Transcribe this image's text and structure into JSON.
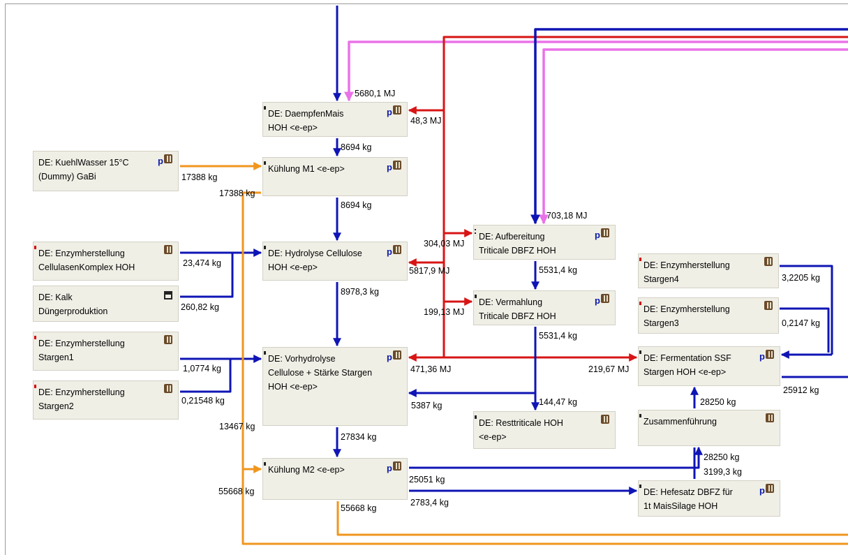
{
  "colors": {
    "mass_flow": "#0f15b4",
    "energy_red": "#d81515",
    "energy_pink": "#ea72e8",
    "water_orange": "#f0961e",
    "process_bg": "#f0efe6"
  },
  "processes": {
    "daempfenmais": {
      "name": "DE: DaempfenMais\nHOH <e-ep>",
      "icons": [
        "p-icon",
        "gear-icon"
      ]
    },
    "kuehlwasser": {
      "name": "DE: KuehlWasser 15°C\n(Dummy) GaBi",
      "icons": [
        "p-icon",
        "gear-icon"
      ]
    },
    "kuehlung_m1": {
      "name": "Kühlung M1 <e-ep>",
      "icons": [
        "p-icon",
        "gear-icon"
      ]
    },
    "enzym_cellulasen": {
      "name": "DE: Enzymherstellung\nCellulasenKomplex HOH",
      "icons": [
        "gear-icon"
      ]
    },
    "hydrolyse_cellulose": {
      "name": "DE: Hydrolyse Cellulose\nHOH <e-ep>",
      "icons": [
        "p-icon",
        "gear-icon"
      ]
    },
    "kalk": {
      "name": "DE: Kalk\nDüngerproduktion",
      "icons": [
        "plant-icon"
      ]
    },
    "aufbereitung": {
      "name": "DE: Aufbereitung\nTriticale DBFZ HOH",
      "icons": [
        "p-icon",
        "gear-icon"
      ]
    },
    "vermahlung": {
      "name": "DE: Vermahlung\nTriticale DBFZ HOH",
      "icons": [
        "p-icon",
        "gear-icon"
      ]
    },
    "enzym_stargen4": {
      "name": "DE: Enzymherstellung\nStargen4",
      "icons": [
        "gear-icon"
      ]
    },
    "enzym_stargen3": {
      "name": "DE: Enzymherstellung\nStargen3",
      "icons": [
        "gear-icon"
      ]
    },
    "enzym_stargen1": {
      "name": "DE: Enzymherstellung\nStargen1",
      "icons": [
        "gear-icon"
      ]
    },
    "vorhydrolyse": {
      "name": "DE: Vorhydrolyse\nCellulose + Stärke Stargen\nHOH <e-ep>",
      "icons": [
        "p-icon",
        "gear-icon"
      ]
    },
    "fermentation": {
      "name": "DE: Fermentation SSF\nStargen HOH <e-ep>",
      "icons": [
        "p-icon",
        "gear-icon"
      ]
    },
    "enzym_stargen2": {
      "name": "DE: Enzymherstellung\nStargen2",
      "icons": [
        "gear-icon"
      ]
    },
    "resttriticale": {
      "name": "DE: Resttriticale HOH\n<e-ep>",
      "icons": [
        "gear-icon"
      ]
    },
    "zusammenfuehrung": {
      "name": "Zusammenführung",
      "icons": [
        "gear-icon"
      ]
    },
    "kuehlung_m2": {
      "name": "Kühlung M2 <e-ep>",
      "icons": [
        "p-icon",
        "gear-icon"
      ]
    },
    "hefesatz": {
      "name": "DE: Hefesatz DBFZ für\n1t MaisSilage HOH",
      "icons": [
        "p-icon",
        "gear-icon"
      ]
    }
  },
  "flow_labels": {
    "dampf_in": "5680,1 MJ",
    "strom_daempfen": "48,3 MJ",
    "daempfen_to_m1": "8694 kg",
    "kuehlwasser_out": "17388 kg",
    "m1_water_out": "17388 kg",
    "m1_to_hydrolyse": "8694 kg",
    "dampf_aufbereitung": "703,18 MJ",
    "strom_aufbereitung": "304,03 MJ",
    "cellulasen": "23,474 kg",
    "strom_hydrolyse": "5817,9 MJ",
    "triticale_aufbereitet": "5531,4 kg",
    "kalk_out": "260,82 kg",
    "hydrolyse_out": "8978,3 kg",
    "strom_vermahlung": "199,13 MJ",
    "triticale_gemahlen": "5531,4 kg",
    "stargen4": "3,2205 kg",
    "stargen3": "0,2147 kg",
    "stargen1": "1,0774 kg",
    "strom_vorhydrolyse": "471,36 MJ",
    "strom_fermentation": "219,67 MJ",
    "fermentation_out": "25912 kg",
    "stargen2": "0,21548 kg",
    "mehl_to_vorhydrolyse": "5387 kg",
    "resttriticale_in": "144,47 kg",
    "zusammen_to_ferm": "28250 kg",
    "water_m2_side": "13467 kg",
    "vorhydrolyse_out": "27834 kg",
    "zusammen_in": "28250 kg",
    "hefe_to_zusammen": "3199,3 kg",
    "m2_to_zusammen": "25051 kg",
    "m2_water_out": "55668 kg",
    "m2_to_hefe": "2783,4 kg",
    "water_return": "55668 kg"
  }
}
